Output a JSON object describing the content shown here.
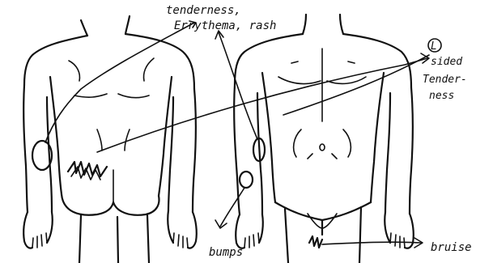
{
  "annotations": {
    "tenderness_line1": "tenderness,",
    "tenderness_line2": "Errythema, rash",
    "side_marker": "L",
    "sided_line1": "sided",
    "sided_line2": "Tender-",
    "sided_line3": "ness",
    "bumps": "bumps",
    "bruise": "bruise"
  }
}
